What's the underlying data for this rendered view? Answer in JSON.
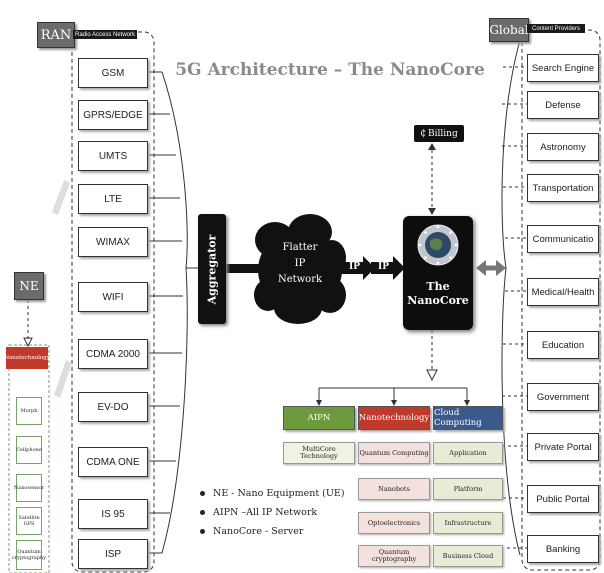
{
  "title": "5G Architecture – The NanoCore",
  "ran": {
    "tab": "RAN",
    "sublabel": "Radio Access Network",
    "items": [
      "GSM",
      "GPRS/EDGE",
      "UMTS",
      "LTE",
      "WIMAX",
      "WIFI",
      "CDMA 2000",
      "EV-DO",
      "CDMA ONE",
      "IS 95",
      "ISP"
    ]
  },
  "global": {
    "tab": "Global",
    "sublabel": "Content Providers",
    "items": [
      "Search Engine",
      "Defense",
      "Astronomy",
      "Transportation",
      "Communicatio",
      "Medical/Health",
      "Education",
      "Government",
      "Private Portal",
      "Public Portal",
      "Banking"
    ]
  },
  "ne": {
    "tab": "NE",
    "header": "Nanotechnology",
    "items": [
      "Morph",
      "Cellphone",
      "Nanosensor",
      "Satellite GPS",
      "Quantum cryptography"
    ]
  },
  "aggregator": "Aggregator",
  "cloud": [
    "Flatter",
    "IP",
    "Network"
  ],
  "ip_labels": [
    "IP",
    "IP"
  ],
  "billing": "Billing",
  "nanocore": [
    "The",
    "NanoCore"
  ],
  "columns": [
    {
      "header": "AIPN",
      "color": "#6e9a3e",
      "cells": [
        "MultiCore Technology"
      ]
    },
    {
      "header": "Nanotechnology",
      "color": "#c0392b",
      "cells": [
        "Quantum Computing",
        "Nanobots",
        "Optoelectronics",
        "Quantum cryptography"
      ]
    },
    {
      "header": "Cloud Computing",
      "color": "#3a5a8c",
      "cells": [
        "Application",
        "Platform",
        "Infrastructure",
        "Business Cloud"
      ]
    }
  ],
  "legend": [
    "NE - Nano Equipment (UE)",
    "AIPN –All IP Network",
    "NanoCore - Server"
  ]
}
